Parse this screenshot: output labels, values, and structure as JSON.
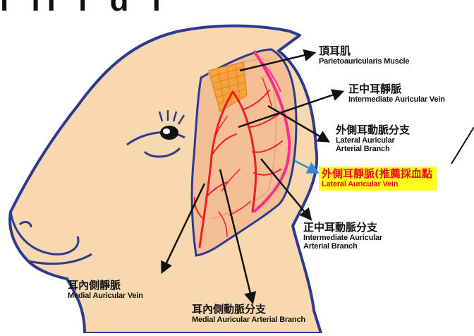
{
  "header": {
    "partial_text": "i   il   i   d  f"
  },
  "labels": {
    "parietoauricularis": {
      "zh": "頂耳肌",
      "en": "Parietoauricularis Muscle"
    },
    "intermediate_vein": {
      "zh": "正中耳靜脈",
      "en": "Intermediate Auricular Vein"
    },
    "lateral_artery": {
      "zh": "外側耳動脈分支",
      "en1": "Lateral Auricular",
      "en2": "Arterial Branch"
    },
    "lateral_vein": {
      "zh": "外側耳靜脈(推薦採血點",
      "en": "Lateral Auricular Vein"
    },
    "intermediate_artery": {
      "zh": "正中耳動脈分支",
      "en1": "Intermediate Auricular",
      "en2": "Arterial Branch"
    },
    "medial_vein": {
      "zh": "耳內側靜脈",
      "en": "Medial Auricular Vein"
    },
    "medial_artery": {
      "zh": "耳內側動脈分支",
      "en": "Medial Auricular Arterial Branch"
    }
  },
  "colors": {
    "skin": "#f9d8b0",
    "ear": "#f5bf96",
    "outline": "#2c3a8f",
    "artery": "#ef1c24",
    "vein": "#ff2e8a",
    "muscle": "#f6a441",
    "highlight": "#ffff1a",
    "highlight_text": "#e8101c",
    "pointer_arrow": "#2f8ad8"
  }
}
